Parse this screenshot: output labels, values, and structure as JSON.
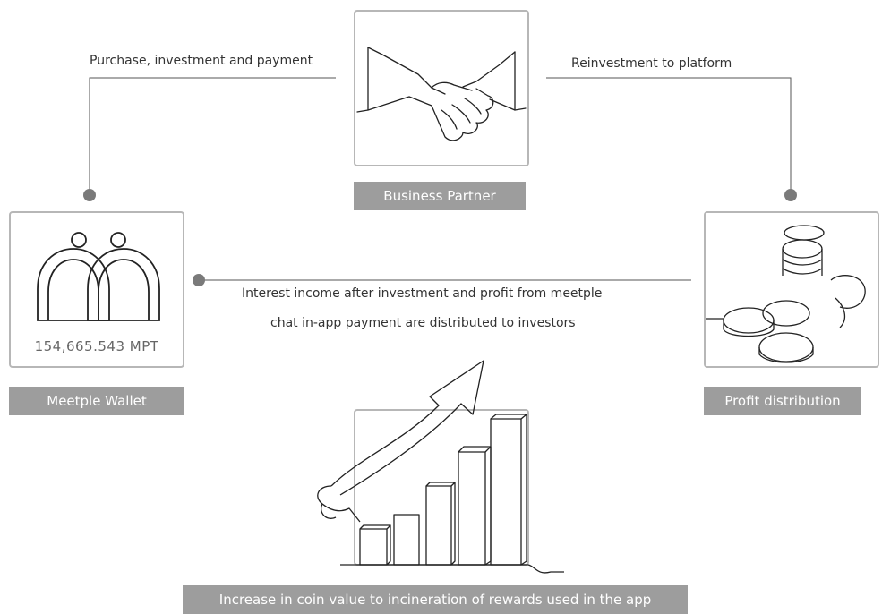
{
  "flows": {
    "purchase": "Purchase, investment and payment",
    "reinvest": "Reinvestment to platform",
    "interest_line1": "Interest income after investment and profit from meetple",
    "interest_line2": "chat in-app payment are distributed to investors"
  },
  "nodes": {
    "partner": "Business Partner",
    "wallet": "Meetple Wallet",
    "wallet_balance": "154,665.543 MPT",
    "profit": "Profit distribution",
    "coin": "Increase in coin value to incineration of rewards used in the app"
  },
  "colors": {
    "line": "#555555",
    "dot": "#7a7a7a",
    "box_border": "#b7b7b7",
    "label_bg": "#9d9d9d"
  }
}
